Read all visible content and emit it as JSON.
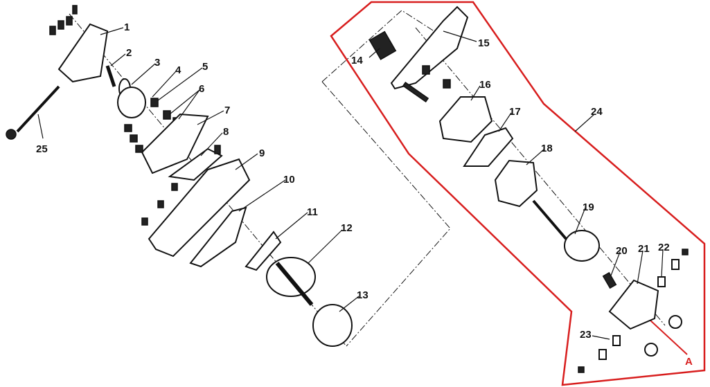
{
  "diagram": {
    "labels": [
      "1",
      "2",
      "3",
      "4",
      "5",
      "6",
      "7",
      "8",
      "9",
      "10",
      "11",
      "12",
      "13",
      "14",
      "15",
      "16",
      "17",
      "18",
      "19",
      "20",
      "21",
      "22",
      "23",
      "24",
      "25"
    ],
    "callout": "A",
    "colors": {
      "outline": "#d81e1e",
      "ink": "#111111"
    }
  }
}
